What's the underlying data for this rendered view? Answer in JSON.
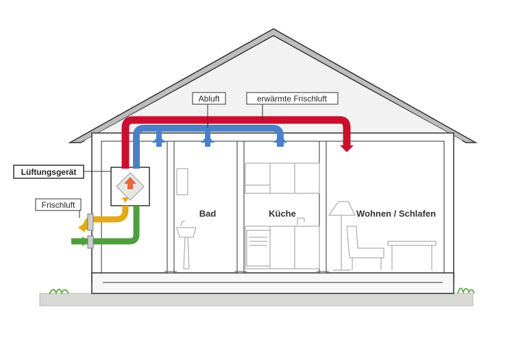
{
  "labels": {
    "exhaust_air": "Abluft",
    "warmed_fresh_air": "erwärmte Frischluft",
    "ventilation_unit": "Lüftungsgerät",
    "fresh_air": "Frischluft"
  },
  "rooms": {
    "bathroom": "Bad",
    "kitchen": "Küche",
    "living_sleeping": "Wohnen / Schlafen"
  },
  "colors": {
    "supply": "#c8102e",
    "exhaust": "#4a80c8",
    "fresh": "#e3a91a",
    "outgoing": "#4ca03c"
  }
}
